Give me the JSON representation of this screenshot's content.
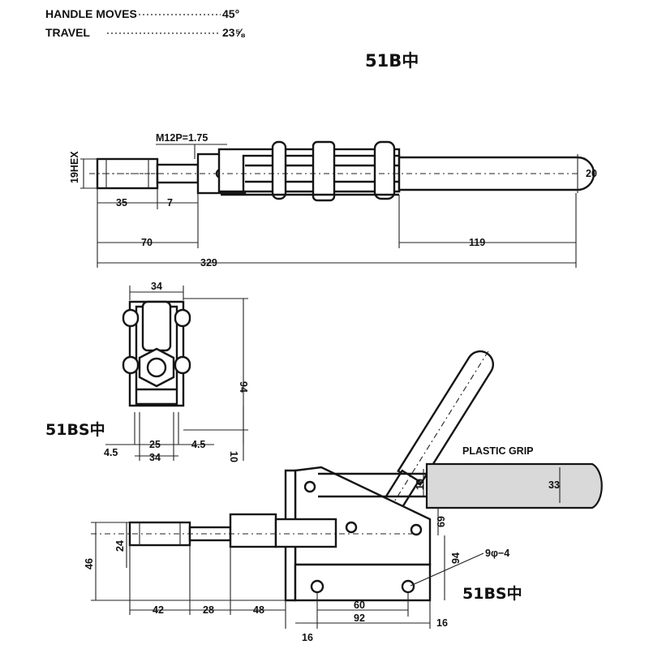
{
  "header": {
    "handle_moves_label": "HANDLE MOVES",
    "handle_moves_value": "45°",
    "travel_label": "TRAVEL",
    "travel_value": "23⅝"
  },
  "titles": {
    "top_model": "51B中",
    "side_model": "51BS中",
    "bottom_model": "51BS中"
  },
  "labels": {
    "thread": "M12P=1.75",
    "hex": "19HEX",
    "plastic_grip": "PLASTIC GRIP",
    "hole": "9φ−4"
  },
  "dims_top": {
    "d20": "20",
    "d35": "35",
    "d7": "7",
    "d70": "70",
    "d119": "119",
    "d329": "329"
  },
  "dims_side": {
    "d34_top": "34",
    "d94": "94",
    "d4_5_left": "4.5",
    "d25": "25",
    "d4_5_right": "4.5",
    "d34_bottom": "34",
    "d10": "10"
  },
  "dims_bottom": {
    "d19": "19",
    "d33": "33",
    "d69": "69",
    "d94": "94",
    "d24": "24",
    "d46": "46",
    "d42": "42",
    "d28": "28",
    "d48": "48",
    "d60": "60",
    "d92": "92",
    "d16_left": "16",
    "d16_right": "16"
  }
}
